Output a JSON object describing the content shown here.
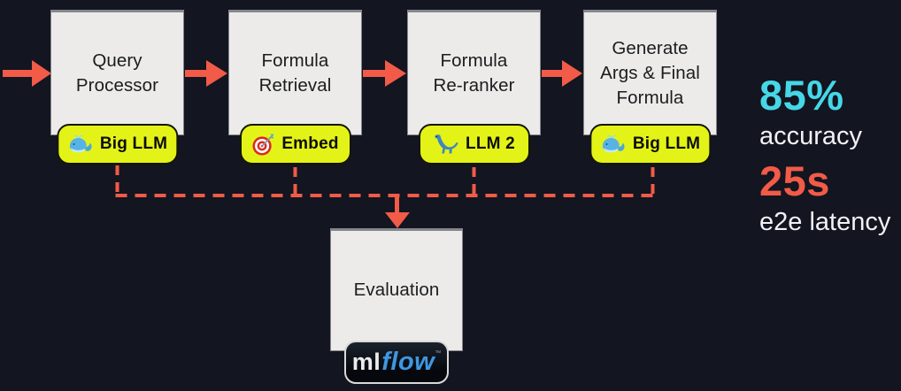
{
  "colors": {
    "background": "#131520",
    "box_fill": "#ecebe9",
    "arrow_salmon": "#f15b47",
    "badge_yellow": "#e4f317",
    "accuracy_cyan": "#46d7e7",
    "latency_salmon": "#f15b47",
    "mlflow_blue": "#3f97e0"
  },
  "stages": [
    {
      "title": "Query\nProcessor",
      "badge": {
        "icon": "whale-icon",
        "label": "Big LLM"
      }
    },
    {
      "title": "Formula\nRetrieval",
      "badge": {
        "icon": "target-icon",
        "label": "Embed"
      }
    },
    {
      "title": "Formula\nRe-ranker",
      "badge": {
        "icon": "sauropod-icon",
        "label": "LLM 2"
      }
    },
    {
      "title": "Generate\nArgs & Final\nFormula",
      "badge": {
        "icon": "whale-icon",
        "label": "Big LLM"
      }
    }
  ],
  "evaluation": {
    "title": "Evaluation",
    "badge": {
      "logo_ml": "ml",
      "logo_flow": "flow",
      "trademark": "™"
    }
  },
  "metrics": [
    {
      "value": "85%",
      "label": "accuracy",
      "color": "#46d7e7"
    },
    {
      "value": "25s",
      "label": "e2e latency",
      "color": "#f15b47"
    }
  ]
}
